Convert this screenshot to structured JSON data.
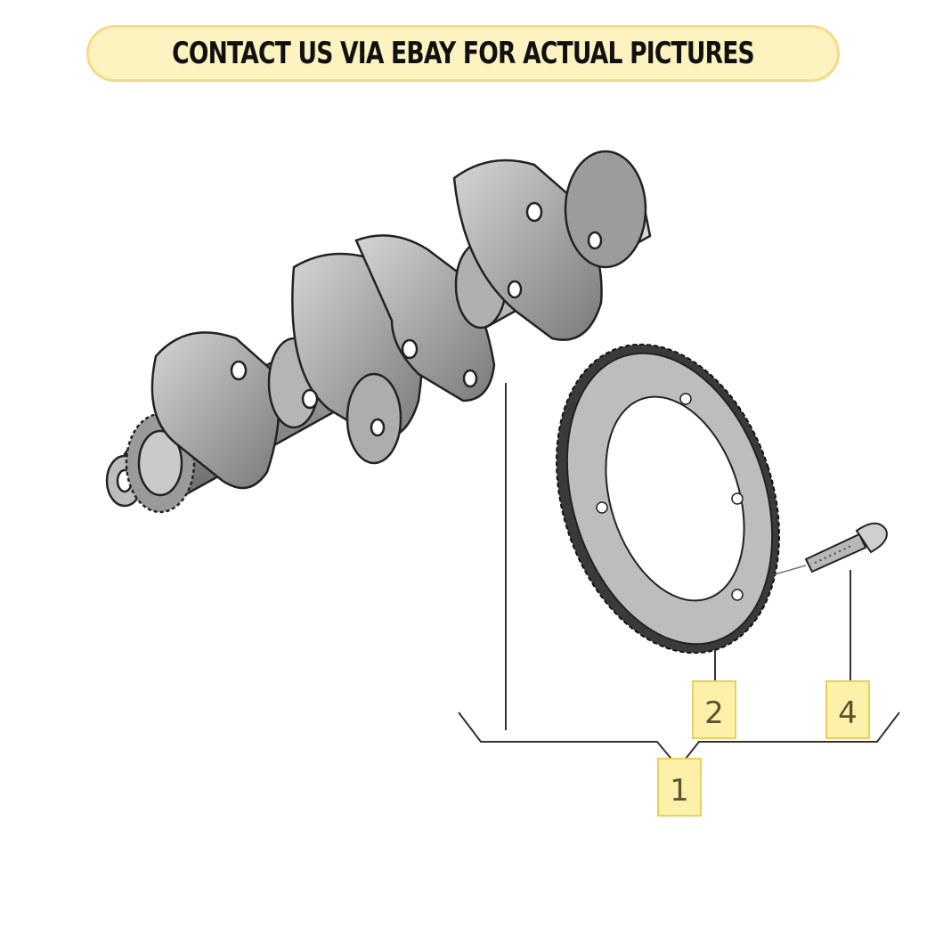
{
  "banner": {
    "text": "CONTACT US VIA EBAY FOR ACTUAL PICTURES"
  },
  "callouts": {
    "assembly": "1",
    "gear": "2",
    "bolt": "4"
  },
  "colors": {
    "banner_bg": "#fdf3c0",
    "banner_border": "#f4dc86",
    "callout_bg": "#fdf0a8",
    "part_gray": "#8c8c8c"
  },
  "icons": {
    "crankshaft": "crankshaft-icon",
    "ring_gear": "ring-gear-icon",
    "bolt": "bolt-icon"
  }
}
